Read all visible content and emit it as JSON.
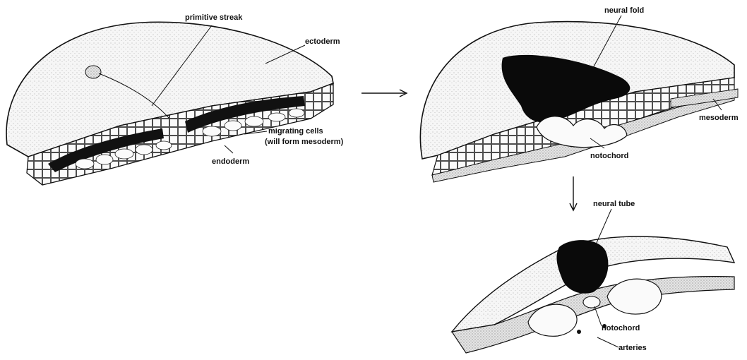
{
  "labels": {
    "primitive_streak": "primitive streak",
    "ectoderm": "ectoderm",
    "migrating_cells_line1": "migrating cells",
    "migrating_cells_line2": "(will form mesoderm)",
    "endoderm": "endoderm",
    "neural_fold": "neural fold",
    "mesoderm": "mesoderm",
    "notochord_stage2": "notochord",
    "neural_tube": "neural tube",
    "notochord_stage3": "notochord",
    "arteries": "arteries"
  },
  "colors": {
    "ink": "#111111",
    "stipple_light": "#f4f4f4",
    "stipple_mid": "#dedede",
    "neural_dark": "#0a0a0a",
    "cell_fill": "#f7f7f7"
  }
}
